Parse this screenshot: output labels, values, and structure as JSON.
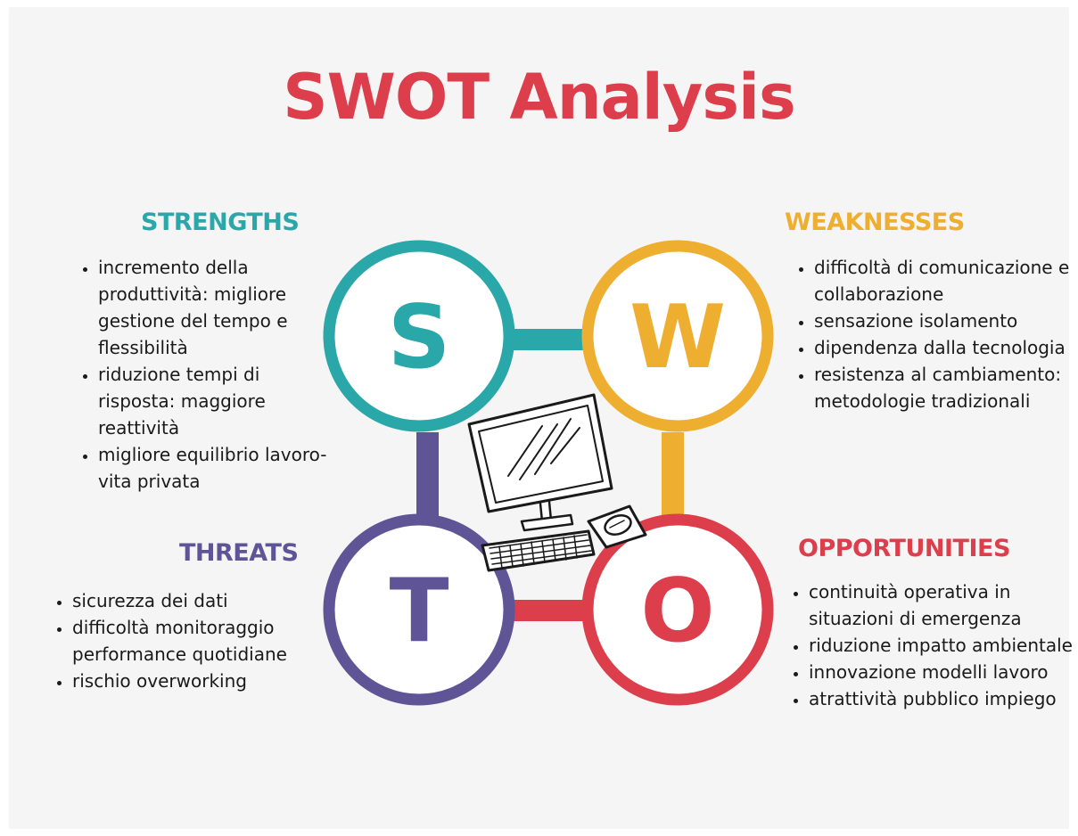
{
  "title": "SWOT Analysis",
  "colors": {
    "title": "#dc3f4b",
    "strengths": "#2aa7a9",
    "weaknesses": "#eeae2f",
    "threats": "#5f5596",
    "opportunities": "#dc3f4b",
    "background": "#f5f5f5"
  },
  "strengths": {
    "heading": "STRENGTHS",
    "letter": "S",
    "items": [
      "incremento della produttività: migliore gestione del tempo e flessibilità",
      "riduzione tempi di risposta: maggiore reattività",
      "migliore equilibrio lavoro-vita privata"
    ]
  },
  "weaknesses": {
    "heading": "WEAKNESSES",
    "letter": "W",
    "items": [
      "difficoltà di comunicazione e collaborazione",
      "sensazione isolamento",
      "dipendenza dalla tecnologia",
      "resistenza al cambiamento: metodologie tradizionali"
    ]
  },
  "threats": {
    "heading": "THREATS",
    "letter": "T",
    "items": [
      "sicurezza dei dati",
      "difficoltà monitoraggio performance quotidiane",
      "rischio overworking"
    ]
  },
  "opportunities": {
    "heading": "OPPORTUNITIES",
    "letter": "O",
    "items": [
      "continuità operativa in situazioni di emergenza",
      "riduzione impatto ambientale",
      "innovazione modelli lavoro",
      "atrattività pubblico impiego"
    ]
  },
  "illustration": {
    "icon": "computer-icon"
  }
}
